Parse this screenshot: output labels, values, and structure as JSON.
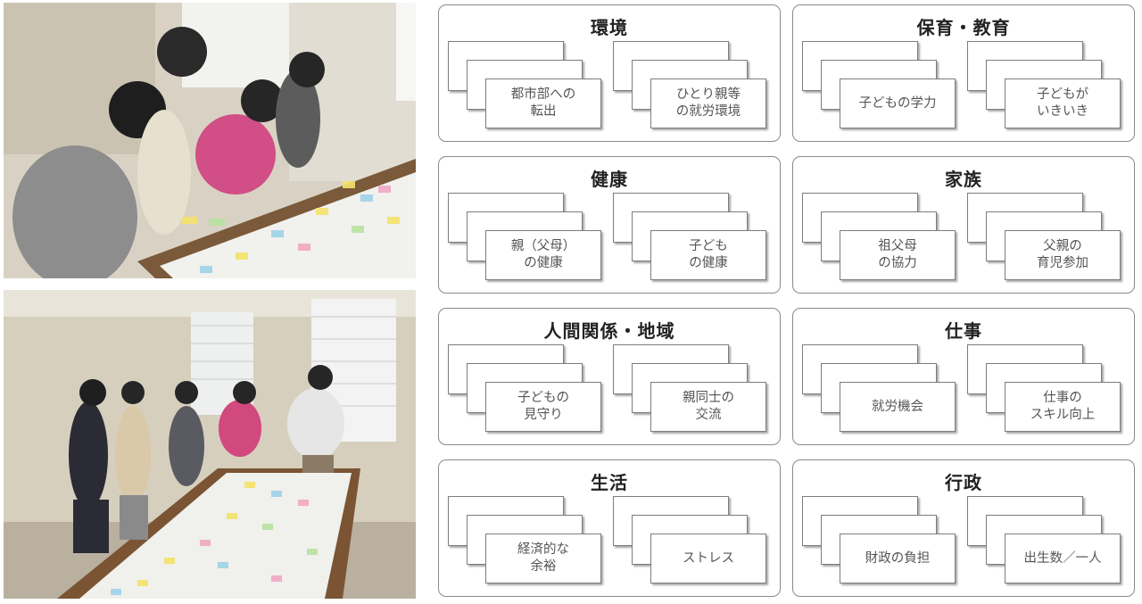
{
  "photos": {
    "top": {
      "description_icon": "workshop-photo-icon"
    },
    "bottom": {
      "description_icon": "workshop-photo-icon"
    }
  },
  "categories": [
    {
      "title": "環境",
      "cards": [
        "都市部への\n転出",
        "ひとり親等\nの就労環境"
      ]
    },
    {
      "title": "保育・教育",
      "cards": [
        "子どもの学力",
        "子どもが\nいきいき"
      ]
    },
    {
      "title": "健康",
      "cards": [
        "親（父母）\nの健康",
        "子ども\nの健康"
      ]
    },
    {
      "title": "家族",
      "cards": [
        "祖父母\nの協力",
        "父親の\n育児参加"
      ]
    },
    {
      "title": "人間関係・地域",
      "cards": [
        "子どもの\n見守り",
        "親同士の\n交流"
      ]
    },
    {
      "title": "仕事",
      "cards": [
        "就労機会",
        "仕事の\nスキル向上"
      ]
    },
    {
      "title": "生活",
      "cards": [
        "経済的な\n余裕",
        "ストレス"
      ]
    },
    {
      "title": "行政",
      "cards": [
        "財政の負担",
        "出生数／一人"
      ]
    }
  ]
}
